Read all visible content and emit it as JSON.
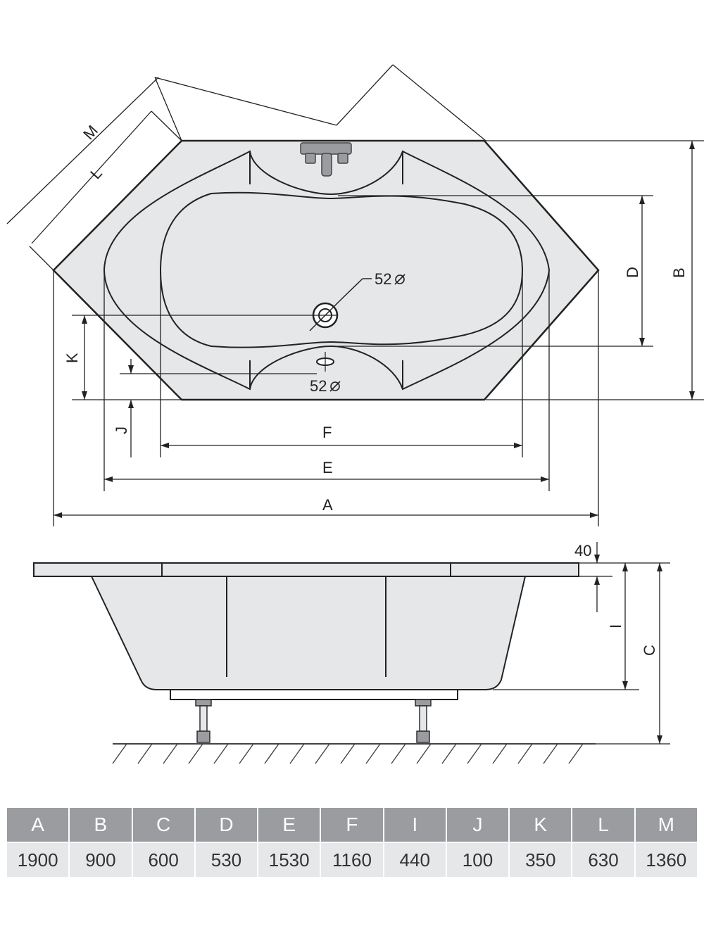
{
  "labels": {
    "A": "A",
    "B": "B",
    "C": "C",
    "D": "D",
    "E": "E",
    "F": "F",
    "I": "I",
    "J": "J",
    "K": "K",
    "L": "L",
    "M": "M",
    "drain_top": "52",
    "drain_bottom": "52",
    "rim": "40"
  },
  "table": {
    "headers": [
      "A",
      "B",
      "C",
      "D",
      "E",
      "F",
      "I",
      "J",
      "K",
      "L",
      "M"
    ],
    "values": [
      "1900",
      "900",
      "600",
      "530",
      "1530",
      "1160",
      "440",
      "100",
      "350",
      "630",
      "1360"
    ]
  },
  "colors": {
    "line": "#222222",
    "fill": "#e6e7e8",
    "header_bg": "#9a9c9f",
    "value_bg": "#e6e7e8"
  }
}
